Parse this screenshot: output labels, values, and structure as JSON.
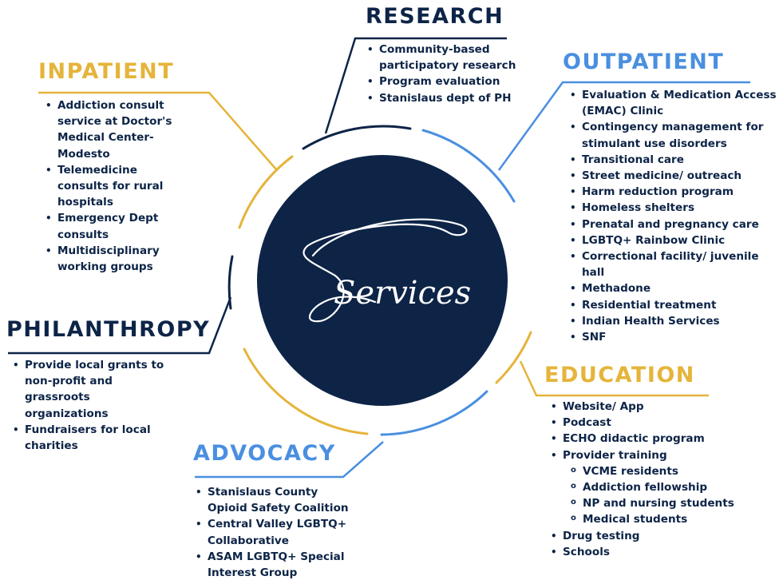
{
  "colors": {
    "navy": "#0d2447",
    "gold": "#e5b43a",
    "blue": "#4a8fe0"
  },
  "center": {
    "label": "Services"
  },
  "sections": {
    "research": {
      "title": "RESEARCH",
      "items": [
        "Community-based participatory research",
        "Program evaluation",
        "Stanislaus dept of PH"
      ]
    },
    "inpatient": {
      "title": "INPATIENT",
      "items": [
        "Addiction consult service at Doctor's Medical Center-Modesto",
        "Telemedicine consults for rural hospitals",
        "Emergency Dept consults",
        "Multidisciplinary working groups"
      ]
    },
    "outpatient": {
      "title": "OUTPATIENT",
      "items": [
        "Evaluation & Medication Access (EMAC) Clinic",
        "Contingency management for stimulant use disorders",
        "Transitional care",
        "Street medicine/ outreach",
        "Harm reduction program",
        "Homeless shelters",
        "Prenatal and pregnancy care",
        "LGBTQ+ Rainbow Clinic",
        "Correctional facility/ juvenile hall",
        "Methadone",
        "Residential treatment",
        "Indian Health Services",
        "SNF"
      ]
    },
    "philanthropy": {
      "title": "PHILANTHROPY",
      "items": [
        "Provide local grants to non-profit and grassroots organizations",
        "Fundraisers for local charities"
      ]
    },
    "education": {
      "title": "EDUCATION",
      "items": [
        "Website/ App",
        "Podcast",
        "ECHO didactic program",
        "Provider training"
      ],
      "subitems": [
        "VCME residents",
        "Addiction fellowship",
        "NP and nursing students",
        "Medical students"
      ],
      "items_after": [
        "Drug testing",
        "Schools"
      ]
    },
    "advocacy": {
      "title": "ADVOCACY",
      "items": [
        "Stanislaus County Opioid Safety Coalition",
        "Central Valley LGBTQ+ Collaborative",
        "ASAM LGBTQ+ Special Interest Group"
      ]
    }
  }
}
